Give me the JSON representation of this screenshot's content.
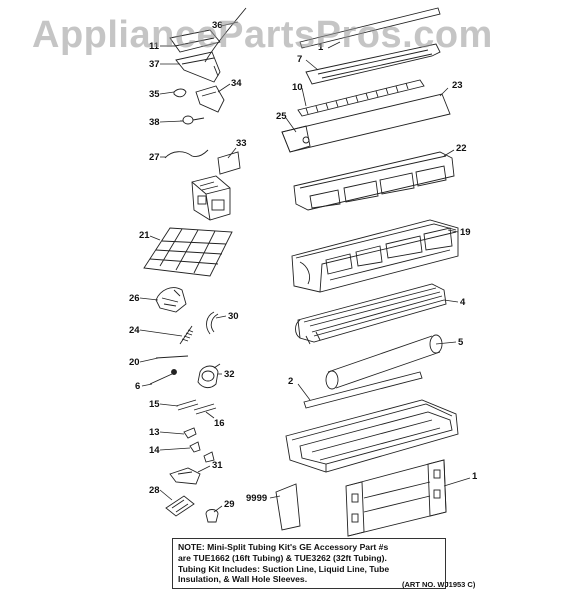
{
  "watermark": "AppliancePartsPros.com",
  "callouts": [
    {
      "id": "p36",
      "label": "36"
    },
    {
      "id": "p11",
      "label": "11"
    },
    {
      "id": "p37",
      "label": "37"
    },
    {
      "id": "p34",
      "label": "34"
    },
    {
      "id": "p35",
      "label": "35"
    },
    {
      "id": "p38",
      "label": "38"
    },
    {
      "id": "p33",
      "label": "33"
    },
    {
      "id": "p27",
      "label": "27"
    },
    {
      "id": "p21",
      "label": "21"
    },
    {
      "id": "p26",
      "label": "26"
    },
    {
      "id": "p30",
      "label": "30"
    },
    {
      "id": "p24",
      "label": "24"
    },
    {
      "id": "p20",
      "label": "20"
    },
    {
      "id": "p32",
      "label": "32"
    },
    {
      "id": "p6",
      "label": "6"
    },
    {
      "id": "p15",
      "label": "15"
    },
    {
      "id": "p16",
      "label": "16"
    },
    {
      "id": "p13",
      "label": "13"
    },
    {
      "id": "p14",
      "label": "14"
    },
    {
      "id": "p31",
      "label": "31"
    },
    {
      "id": "p28",
      "label": "28"
    },
    {
      "id": "p29",
      "label": "29"
    },
    {
      "id": "p9999",
      "label": "9999"
    },
    {
      "id": "p1t",
      "label": "1"
    },
    {
      "id": "p7",
      "label": "7"
    },
    {
      "id": "p10",
      "label": "10"
    },
    {
      "id": "p23",
      "label": "23"
    },
    {
      "id": "p25",
      "label": "25"
    },
    {
      "id": "p22",
      "label": "22"
    },
    {
      "id": "p19",
      "label": "19"
    },
    {
      "id": "p4",
      "label": "4"
    },
    {
      "id": "p5",
      "label": "5"
    },
    {
      "id": "p2",
      "label": "2"
    },
    {
      "id": "p1",
      "label": "1"
    }
  ],
  "note": {
    "lines": [
      "NOTE: Mini-Split Tubing Kit's GE Accessory Part #s",
      "are TUE1662 (16ft Tubing) & TUE3262 (32ft Tubing).",
      "Tubing Kit Includes: Suction Line, Liquid Line, Tube",
      "Insulation, & Wall Hole Sleeves."
    ]
  },
  "art_number": "(ART NO. WJ1953 C)"
}
